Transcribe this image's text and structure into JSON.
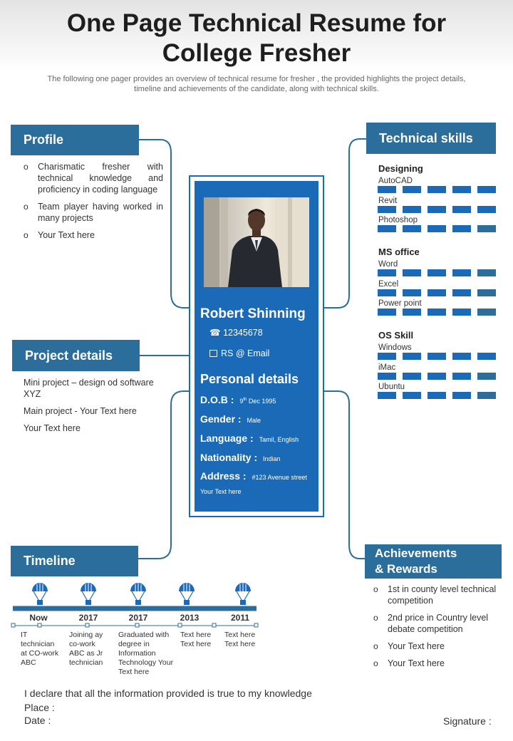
{
  "header": {
    "title_line1": "One Page Technical Resume for",
    "title_line2": "College Fresher",
    "subtitle_line1": "The following one pager provides an overview of technical resume for fresher , the provided highlights the project details,",
    "subtitle_line2": "timeline and achievements of the candidate, along with technical skills."
  },
  "profile": {
    "heading": "Profile",
    "items": [
      "Charismatic fresher with technical knowledge and proficiency in coding language",
      "Team player having worked in many projects",
      "Your Text here"
    ]
  },
  "project": {
    "heading": "Project details",
    "items": [
      "Mini project – design od software XYZ",
      "Main project - Your Text here",
      "Your Text here"
    ]
  },
  "timeline": {
    "heading": "Timeline",
    "entries": [
      {
        "year": "Now",
        "desc": "IT technician at CO-work ABC"
      },
      {
        "year": "2017",
        "desc": "Joining ay co-work ABC as Jr technician"
      },
      {
        "year": "2017",
        "desc": "Graduated with degree in Information Technology Your Text here"
      },
      {
        "year": "2013",
        "desc": "Text here Text here"
      },
      {
        "year": "2011",
        "desc": "Text here Text here"
      }
    ]
  },
  "card": {
    "name": "Robert Shinning",
    "phone": "12345678",
    "email": "RS @ Email",
    "personal_title": "Personal details",
    "dob_label": "D.O.B :",
    "dob_day": "9",
    "dob_suffix": "th",
    "dob_rest": "Dec 1995",
    "gender_label": "Gender :",
    "gender_value": "Male",
    "language_label": "Language :",
    "language_value": "Tamil, English",
    "nationality_label": "Nationality :",
    "nationality_value": "Indian",
    "address_label": "Address :",
    "address_value": "#123 Avenue street",
    "note": "Your Text here"
  },
  "skills": {
    "heading": "Technical skills",
    "groups": [
      {
        "title": "Designing",
        "items": [
          {
            "name": "AutoCAD",
            "level": 5
          },
          {
            "name": "Revit",
            "level": 5
          },
          {
            "name": "Photoshop",
            "level": 4
          }
        ]
      },
      {
        "title": "MS office",
        "items": [
          {
            "name": "Word",
            "level": 4
          },
          {
            "name": "Excel",
            "level": 4
          },
          {
            "name": "Power point",
            "level": 4
          }
        ]
      },
      {
        "title": "OS Skill",
        "items": [
          {
            "name": "Windows",
            "level": 5
          },
          {
            "name": "iMac",
            "level": 4
          },
          {
            "name": "Ubuntu",
            "level": 4
          }
        ]
      }
    ]
  },
  "achievements": {
    "heading_line1": "Achievements",
    "heading_line2": "& Rewards",
    "items": [
      "1st in county level technical competition",
      "2nd price in Country level debate competition",
      "Your Text here",
      "Your Text here"
    ]
  },
  "footer": {
    "declaration": "I declare that all the information provided is true to my knowledge",
    "place": "Place :",
    "date": "Date :",
    "signature": "Signature :"
  },
  "colors": {
    "section_header": "#2c6e9b",
    "card": "#1a6ab8",
    "bar_filled": "#1a6ab8",
    "bar_empty": "#2c6e9b"
  }
}
